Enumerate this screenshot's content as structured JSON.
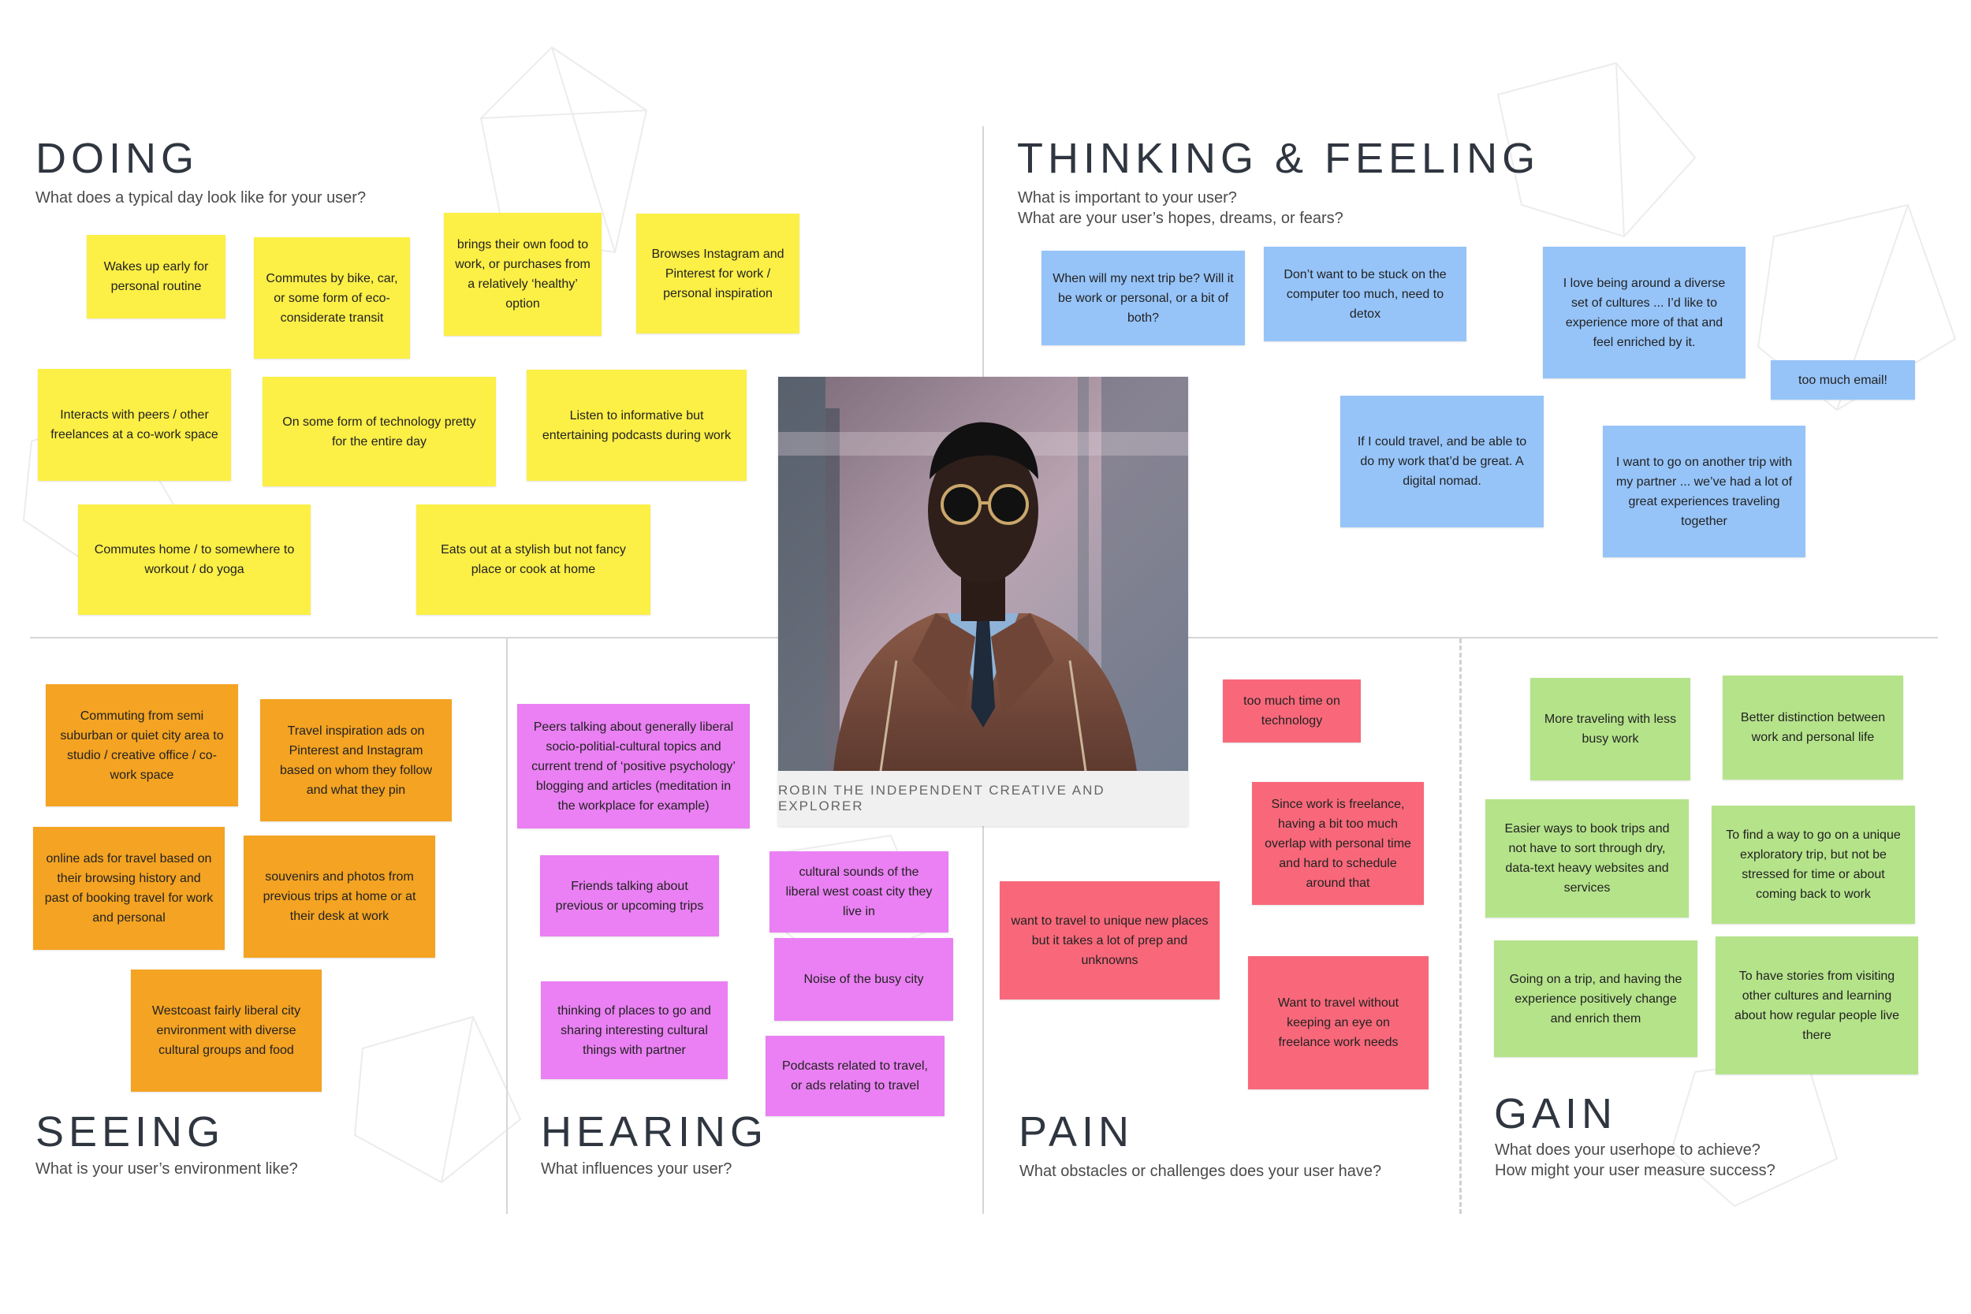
{
  "sections": {
    "doing": {
      "title": "DOING",
      "subtitle": "What does a typical day look like for your user?"
    },
    "thinking": {
      "title": "THINKING & FEELING",
      "subtitle_1": "What is important to your user?",
      "subtitle_2": "What are your user’s hopes, dreams, or fears?"
    },
    "seeing": {
      "title": "SEEING",
      "subtitle": "What is your user’s environment like?"
    },
    "hearing": {
      "title": "HEARING",
      "subtitle": "What influences your user?"
    },
    "pain": {
      "title": "PAIN",
      "subtitle": "What obstacles or challenges does your user have?"
    },
    "gain": {
      "title": "GAIN",
      "subtitle_1": "What does your userhope to achieve?",
      "subtitle_2": "How might your user measure success?"
    }
  },
  "persona": {
    "caption": "ROBIN THE INDEPENDENT CREATIVE AND EXPLORER"
  },
  "colors": {
    "doing": "#fcef46",
    "seeing": "#f4a322",
    "hearing": "#ea80f3",
    "pain": "#f8687a",
    "gain": "#b5e38a",
    "thinking": "#96c4f9"
  },
  "notes": {
    "doing": [
      "Wakes up early for personal routine",
      "Commutes by bike, car, or some form of eco-considerate transit",
      "brings their own food to work, or purchases from a relatively ‘healthy’ option",
      "Browses Instagram and Pinterest for work / personal inspiration",
      "Interacts with peers / other freelances at a co-work space",
      "On some form of technology pretty for the entire day",
      "Listen to informative but entertaining podcasts during work",
      "Commutes home / to somewhere to workout / do yoga",
      "Eats out at a stylish but not fancy place or cook at home"
    ],
    "thinking": [
      "When will my next trip be? Will it be work or personal, or a bit of both?",
      "Don’t want to be stuck on the computer too much, need to detox",
      "I love being around a diverse set of cultures ... I’d like to experience more of that and feel enriched by it.",
      "too much email!",
      "If I could travel, and be able to do my work that’d be great. A digital nomad.",
      "I want to go on another trip with my partner ... we’ve had a lot of great experiences traveling together"
    ],
    "seeing": [
      "Commuting from semi suburban or quiet city area to studio / creative office / co-work space",
      "Travel inspiration ads on Pinterest and Instagram based on whom they follow and what they pin",
      "online ads for travel based on their browsing history and past of booking travel for work and personal",
      "souvenirs and photos from previous trips at home or at their desk at work",
      "Westcoast fairly liberal city environment with diverse cultural groups and food"
    ],
    "hearing": [
      "Peers talking about generally liberal socio-politial-cultural topics and current trend of ‘positive psychology’ blogging and articles (meditation in the workplace for example)",
      "Friends talking about previous or upcoming trips",
      "cultural sounds of the liberal west coast city they live in",
      "Noise of the busy city",
      "thinking of places to go and sharing interesting cultural things with partner",
      "Podcasts related to travel, or ads relating to travel"
    ],
    "pain": [
      "too much time on technology",
      "Since work is freelance, having a bit too much overlap with personal time and hard to schedule around that",
      "want to travel to unique new places but it takes a lot of prep and unknowns",
      "Want to travel without keeping an eye on freelance work needs"
    ],
    "gain": [
      "More traveling with less busy work",
      "Better distinction between work and personal life",
      "Easier ways to book trips and not have to sort through dry, data-text heavy websites and services",
      "To find a way to go on a unique exploratory trip, but not be stressed for time or about coming back to work",
      "Going on a trip, and having the experience positively change and enrich them",
      "To have stories from visiting other cultures and learning about how regular people live there"
    ]
  }
}
